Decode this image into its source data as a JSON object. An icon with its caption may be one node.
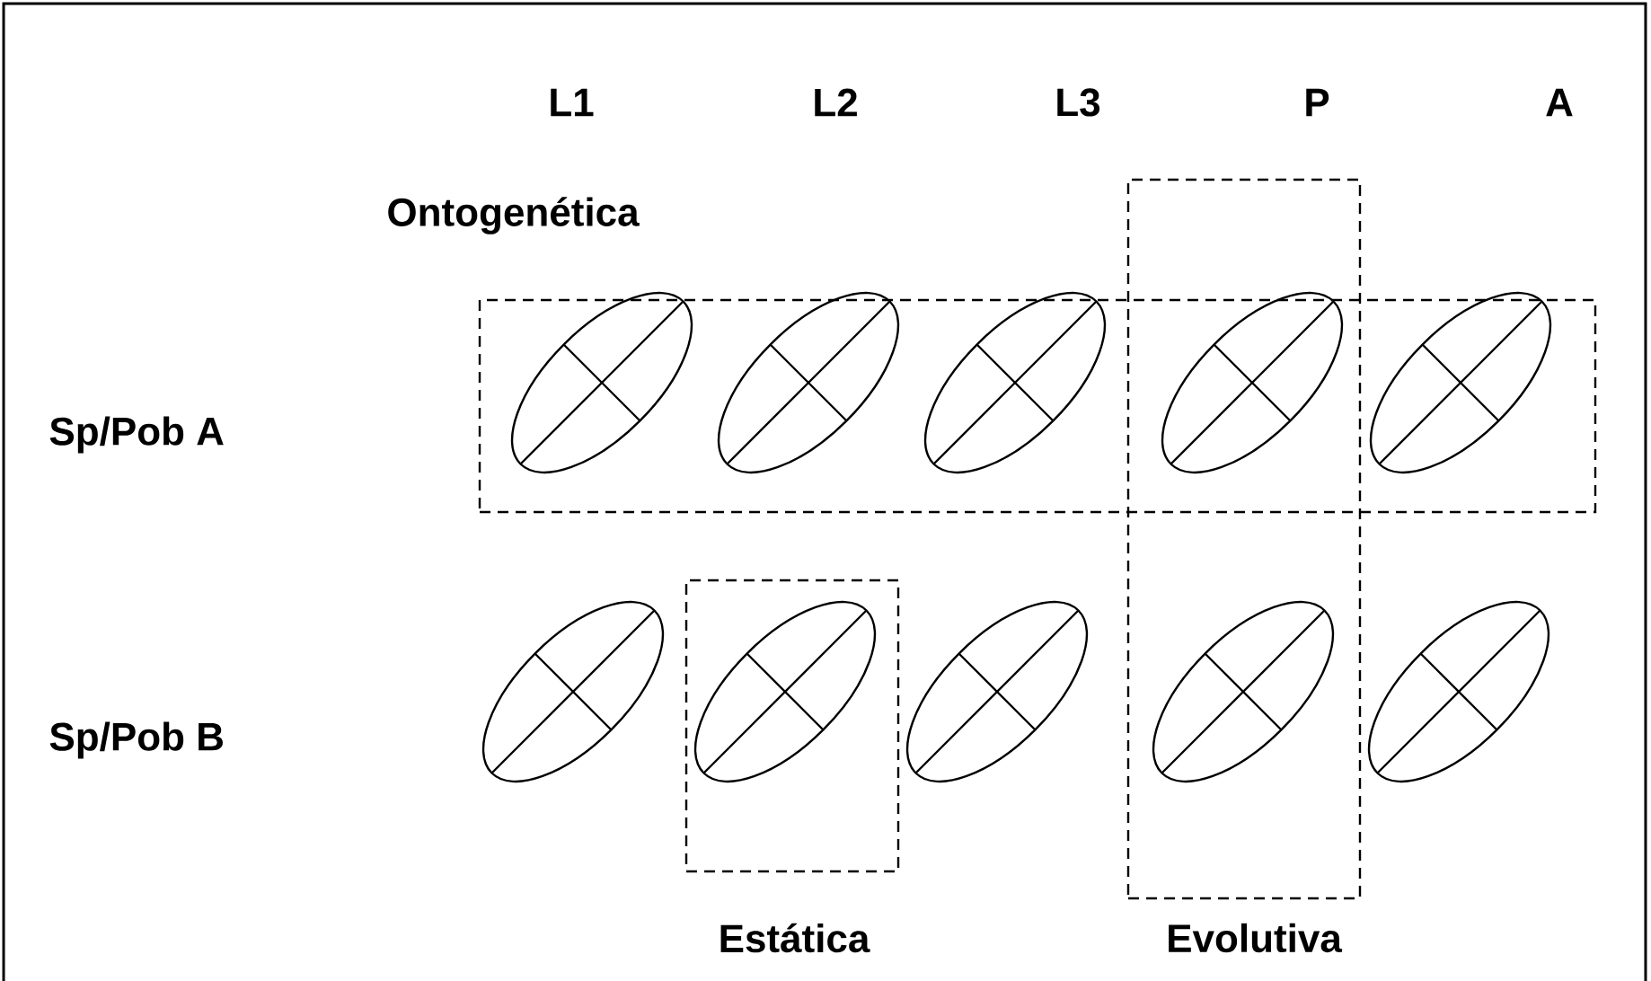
{
  "diagram": {
    "nodes": [
      {
        "text": [
          "Ontogenética"
        ]
      },
      {
        "text": [
          "Estática"
        ]
      },
      {
        "text": [
          "Evolutiva"
        ]
      },
      {
        "text": [],
        "shape": "ellipse",
        "in": 0
      },
      {
        "text": [],
        "shape": "ellipse",
        "in": 0
      },
      {
        "text": [],
        "shape": "ellipse",
        "in": 0
      },
      {
        "text": [],
        "shape": "ellipse"
      },
      {
        "text": [],
        "shape": "ellipse",
        "in": 0
      },
      {
        "text": [],
        "shape": "ellipse"
      },
      {
        "text": [],
        "shape": "ellipse",
        "in": 1
      },
      {
        "text": [],
        "shape": "ellipse"
      },
      {
        "text": [],
        "shape": "ellipse",
        "in": 2
      },
      {
        "text": [],
        "shape": "ellipse"
      }
    ],
    "edges": [],
    "labels": [
      "L1",
      "L2",
      "L3",
      "P",
      "A",
      "Sp/Pob A",
      "Sp/Pob B"
    ]
  }
}
